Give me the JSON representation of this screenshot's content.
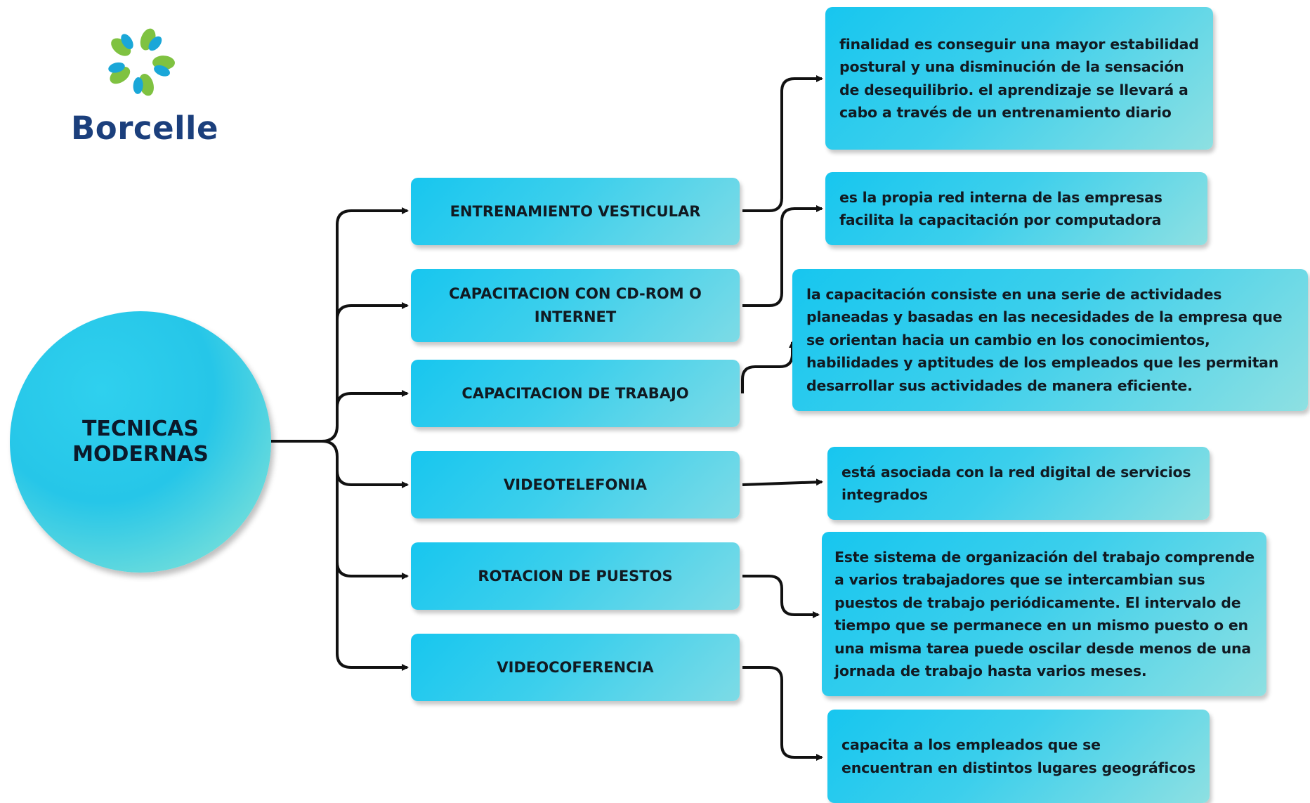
{
  "brand": {
    "name": "Borcelle",
    "logo_icon": "circular-petal-logo-icon",
    "colors": {
      "brand_text": "#1b3f7c",
      "petal_green": "#7fc241",
      "petal_blue": "#1aa7d8"
    }
  },
  "diagram": {
    "root": {
      "label": "TECNICAS\nMODERNAS"
    },
    "branches": [
      {
        "label": "ENTRENAMIENTO VESTICULAR"
      },
      {
        "label": "CAPACITACION CON CD-ROM O INTERNET"
      },
      {
        "label": "CAPACITACION DE TRABAJO"
      },
      {
        "label": "VIDEOTELEFONIA"
      },
      {
        "label": "ROTACION DE PUESTOS"
      },
      {
        "label": "VIDEOCOFERENCIA"
      }
    ],
    "descriptions": [
      {
        "text": "finalidad es conseguir una mayor estabilidad postural y una disminución de la sensación de desequilibrio. el aprendizaje se llevará a cabo a través de un entrenamiento diario"
      },
      {
        "text": "es la propia red interna de las empresas facilita la capacitación por computadora"
      },
      {
        "text": "la capacitación consiste en una serie de actividades planeadas y basadas en las necesidades de la empresa que se orientan hacia un cambio en los conocimientos, habilidades y aptitudes de los empleados que les permitan desarrollar sus actividades de manera eficiente."
      },
      {
        "text": "está asociada con la red digital de servicios integrados"
      },
      {
        "text": "Este sistema de organización del trabajo comprende a varios trabajadores que se intercambian sus puestos de trabajo periódicamente. El intervalo de tiempo que se permanece en un mismo puesto o en una misma tarea puede oscilar desde menos de una jornada de trabajo hasta varios meses."
      },
      {
        "text": "capacita a los empleados que se encuentran en distintos lugares geográficos"
      }
    ],
    "colors": {
      "node_fill": "#26c6e8",
      "node_fill_light": "#8ee0e2",
      "connector": "#111111",
      "text": "#111a22"
    }
  }
}
